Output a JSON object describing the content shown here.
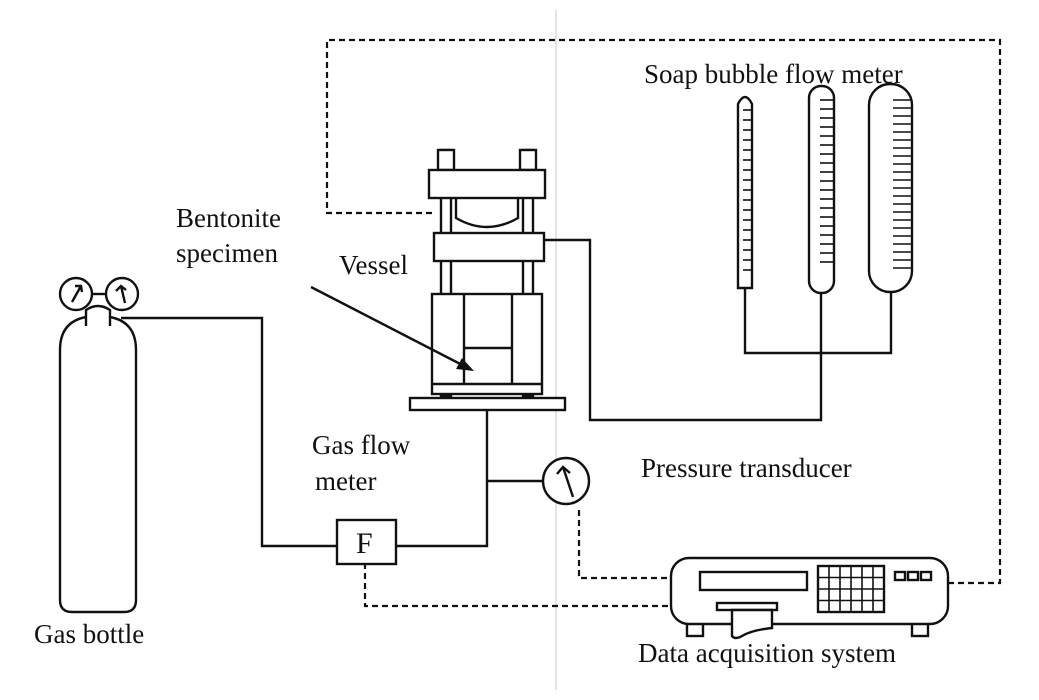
{
  "labels": {
    "soap_bubble_flow_meter": "Soap bubble flow meter",
    "bentonite_specimen_line1": "Bentonite",
    "bentonite_specimen_line2": "specimen",
    "vessel": "Vessel",
    "gas_flow_meter_line1": "Gas flow",
    "gas_flow_meter_line2": "meter",
    "pressure_transducer": "Pressure transducer",
    "gas_bottle": "Gas bottle",
    "data_acquisition_system": "Data acquisition system",
    "flow_meter_symbol": "F"
  }
}
